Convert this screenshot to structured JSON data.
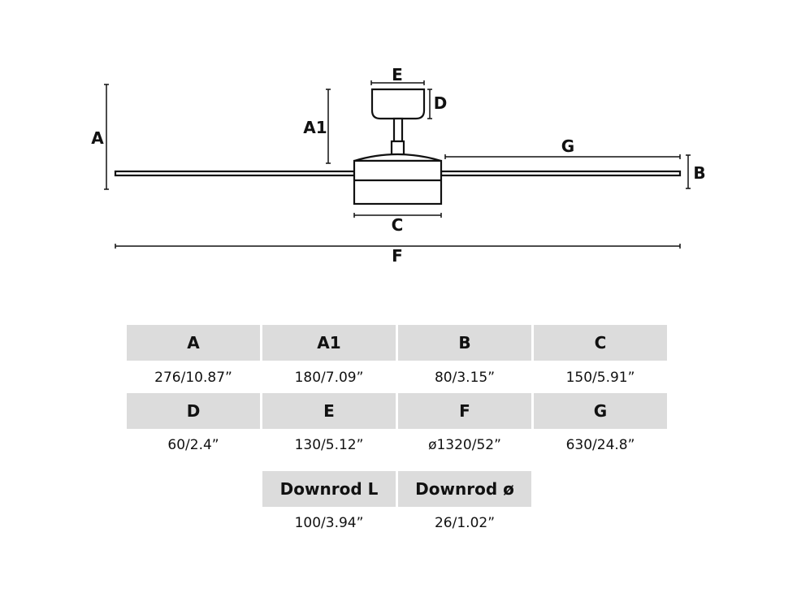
{
  "diagram": {
    "labels": {
      "A": "A",
      "A1": "A1",
      "B": "B",
      "C": "C",
      "D": "D",
      "E": "E",
      "F": "F",
      "G": "G"
    }
  },
  "table": {
    "rows": [
      [
        {
          "label": "A",
          "value": "276/10.87”"
        },
        {
          "label": "A1",
          "value": "180/7.09”"
        },
        {
          "label": "B",
          "value": "80/3.15”"
        },
        {
          "label": "C",
          "value": "150/5.91”"
        }
      ],
      [
        {
          "label": "D",
          "value": "60/2.4”"
        },
        {
          "label": "E",
          "value": "130/5.12”"
        },
        {
          "label": "F",
          "value": "ø1320/52”"
        },
        {
          "label": "G",
          "value": "630/24.8”"
        }
      ],
      [
        {
          "label": "Downrod L",
          "value": "100/3.94”"
        },
        {
          "label": "Downrod ø",
          "value": "26/1.02”"
        }
      ]
    ]
  }
}
